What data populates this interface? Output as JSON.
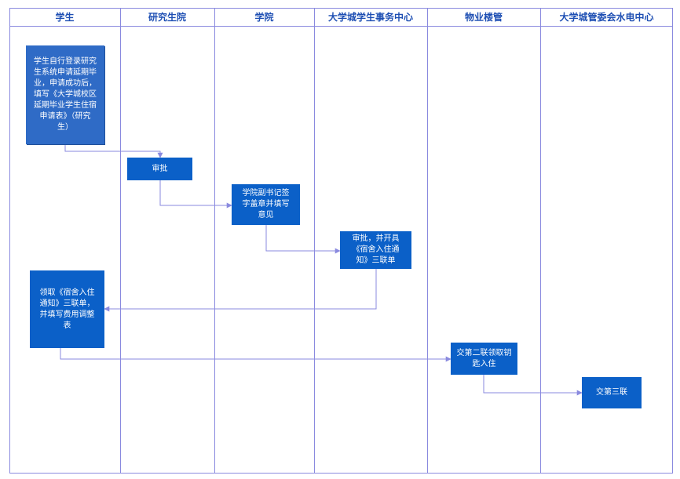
{
  "lanes": [
    {
      "title": "学生"
    },
    {
      "title": "研究生院"
    },
    {
      "title": "学院"
    },
    {
      "title": "大学城学生事务中心"
    },
    {
      "title": "物业楼管"
    },
    {
      "title": "大学城管委会水电中心"
    }
  ],
  "steps": {
    "apply": "学生自行登录研究\n生系统申请延期毕\n业，申请成功后，\n填写《大学城校区\n延期毕业学生住宿\n申请表》（研究\n生）",
    "approve": "审批",
    "college": "学院副书记签\n字盖章并填写\n意见",
    "issue": "审批，并开具\n《宿舍入住通\n知》三联单",
    "collect": "领取《宿舍入住\n通知》三联单，\n并填写费用调整\n表",
    "checkin": "交第二联领取钥\n匙入住",
    "third": "交第三联"
  },
  "colors": {
    "lane_border": "#8a8adf",
    "title_text": "#1e4fb3",
    "box_fill": "#0b60c8",
    "connector": "#8a8adf"
  }
}
